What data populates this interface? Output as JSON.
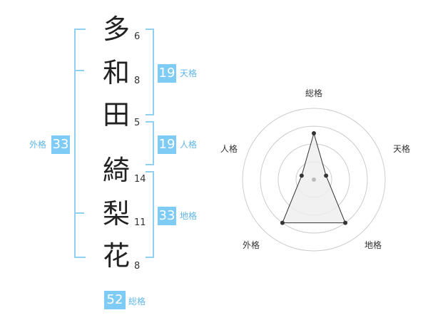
{
  "name": {
    "characters": [
      {
        "char": "多",
        "strokes": "6"
      },
      {
        "char": "和",
        "strokes": "8"
      },
      {
        "char": "田",
        "strokes": "5"
      },
      {
        "char": "綺",
        "strokes": "14"
      },
      {
        "char": "梨",
        "strokes": "11"
      },
      {
        "char": "花",
        "strokes": "8"
      }
    ]
  },
  "fortune": {
    "tenkaku": {
      "value": "19",
      "label": "天格"
    },
    "jinkaku": {
      "value": "19",
      "label": "人格"
    },
    "chikaku": {
      "value": "33",
      "label": "地格"
    },
    "gaikaku": {
      "value": "33",
      "label": "外格"
    },
    "soukaku": {
      "value": "52",
      "label": "総格"
    }
  },
  "radar": {
    "labels": {
      "top": "総格",
      "right": "天格",
      "bottom_right": "地格",
      "bottom_left": "外格",
      "left": "人格"
    },
    "values": [
      0.65,
      0.18,
      0.75,
      0.75,
      0.18
    ],
    "rings": 4,
    "colors": {
      "ring": "#cccccc",
      "fill": "#eeeeee",
      "stroke": "#333333",
      "center": "#bbbbbb"
    }
  },
  "colors": {
    "accent": "#7ecbf5",
    "accent_text": "#5eb6e7"
  }
}
